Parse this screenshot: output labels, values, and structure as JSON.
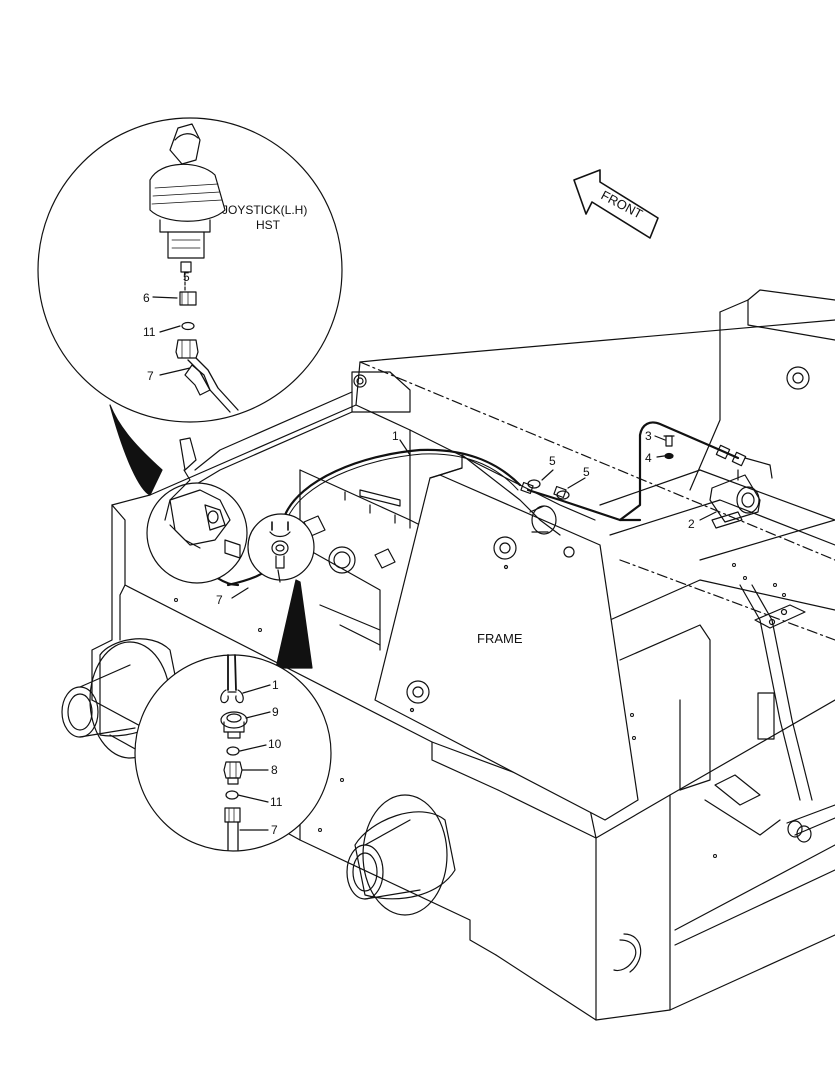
{
  "labels": {
    "joystick_line1": "JOYSTICK(L.H)",
    "joystick_line2": "HST",
    "front": "FRONT",
    "frame": "FRAME"
  },
  "callouts": {
    "top_inset": {
      "p5": "5",
      "p6": "6",
      "p11": "11",
      "p7": "7"
    },
    "main": {
      "p1": "1",
      "p5a": "5",
      "p5b": "5",
      "p3": "3",
      "p4": "4",
      "p2": "2",
      "p7": "7"
    },
    "bottom_inset": {
      "p1": "1",
      "p9": "9",
      "p10": "10",
      "p8": "8",
      "p11": "11",
      "p7": "7"
    }
  },
  "colors": {
    "ink": "#111111",
    "paper": "#ffffff"
  }
}
